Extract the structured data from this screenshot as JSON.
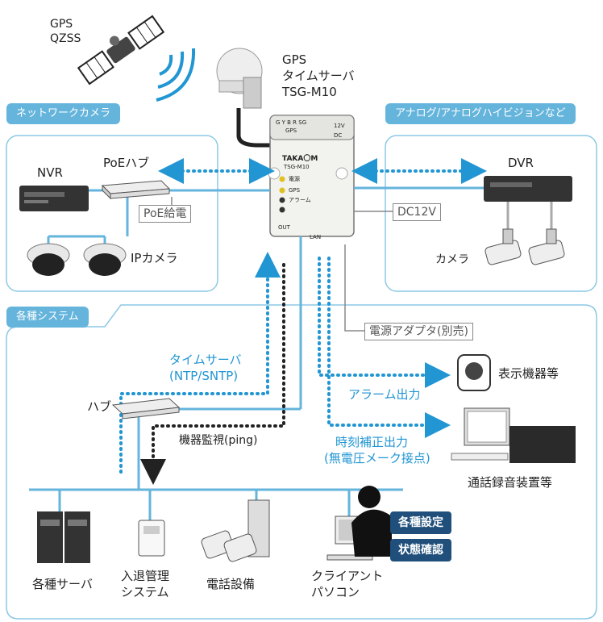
{
  "satellite": {
    "line1": "GPS",
    "line2": "QZSS"
  },
  "server": {
    "line1": "GPS",
    "line2": "タイムサーバ",
    "line3": "TSG-M10",
    "panel_top": "G Y B R    SG",
    "panel_top2": "GPS",
    "panel_dc": "DC",
    "panel_12v": "12V",
    "brand": "TAKA〇M",
    "model": "TSG-M10",
    "led1": "電源",
    "led2": "GPS",
    "led3": "アラーム",
    "out": "OUT",
    "lan": "LAN"
  },
  "sections": {
    "network_camera": "ネットワークカメラ",
    "analog": "アナログ/アナログハイビジョンなど",
    "systems": "各種システム"
  },
  "network": {
    "nvr": "NVR",
    "poe_hub": "PoEハブ",
    "poe_power": "PoE給電",
    "ip_camera": "IPカメラ"
  },
  "analog_side": {
    "dvr": "DVR",
    "dc12v": "DC12V",
    "camera": "カメラ"
  },
  "power": {
    "adapter": "電源アダプタ(別売)"
  },
  "outputs": {
    "display": "表示機器等",
    "alarm": "アラーム出力",
    "time_line1": "時刻補正出力",
    "time_line2": "(無電圧メーク接点)",
    "recorder": "通話録音装置等"
  },
  "systems": {
    "time_server_line1": "タイムサーバ",
    "time_server_line2": "(NTP/SNTP)",
    "hub": "ハブ",
    "monitoring": "機器監視(ping)",
    "servers": "各種サーバ",
    "access_line1": "入退管理",
    "access_line2": "システム",
    "phone": "電話設備",
    "client_line1": "クライアント",
    "client_line2": "パソコン",
    "badge_settings": "各種設定",
    "badge_status": "状態確認"
  },
  "colors": {
    "accent": "#2196d3",
    "panel": "#64b4dc",
    "badge": "#1f4f7a"
  }
}
